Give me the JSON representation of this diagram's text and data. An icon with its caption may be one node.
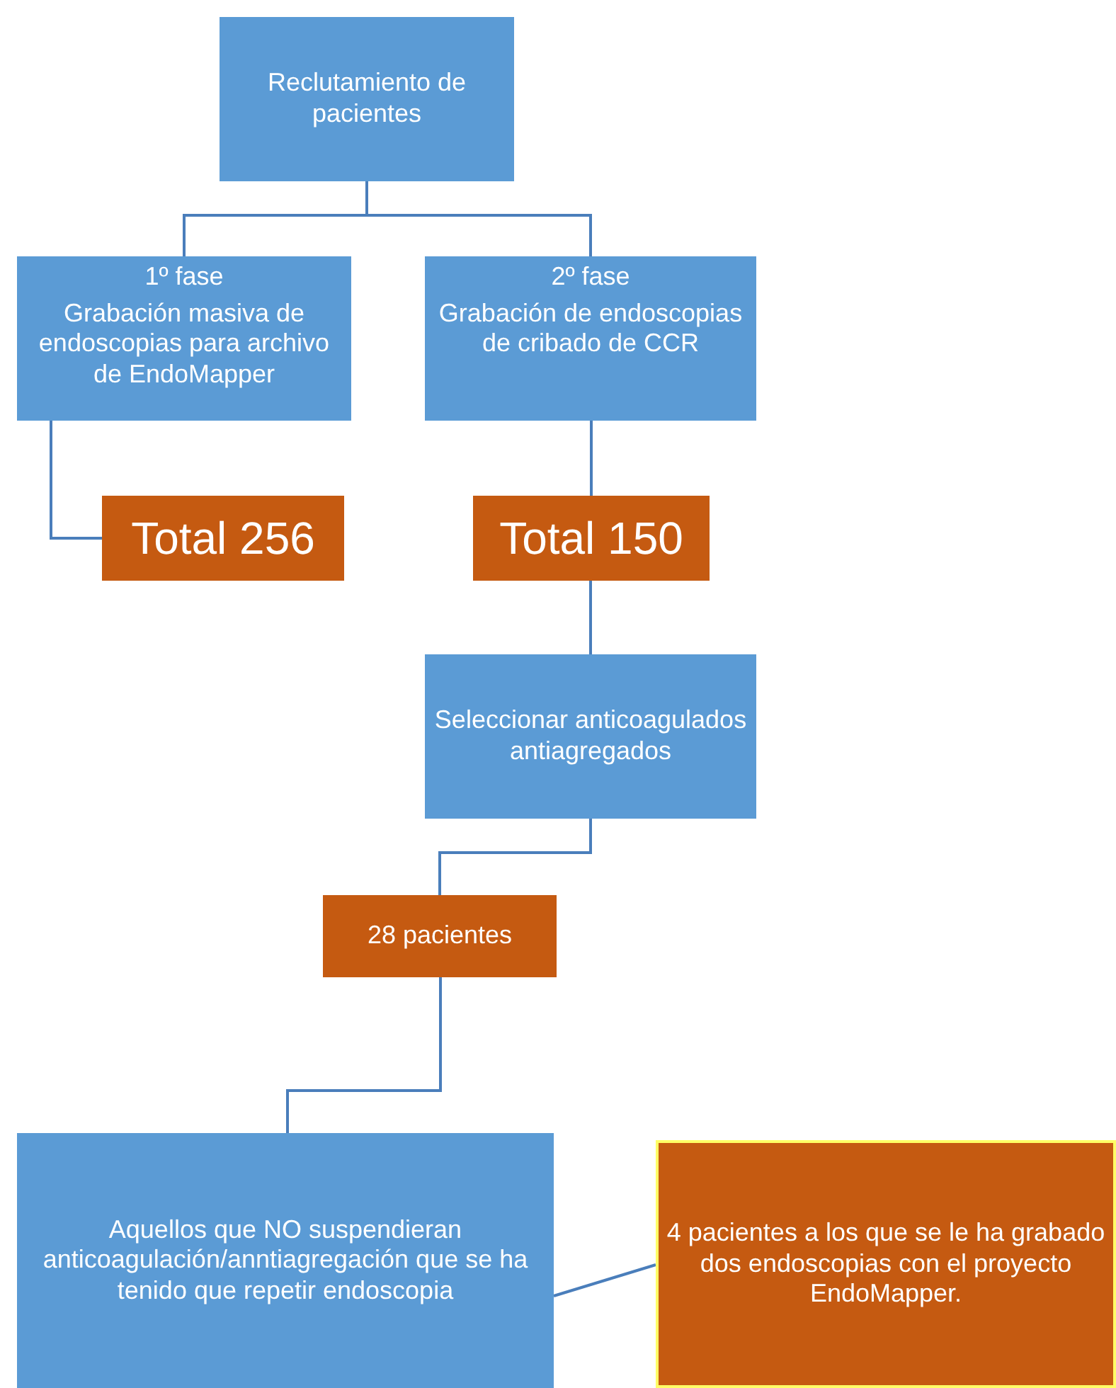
{
  "diagram": {
    "nodes": [
      {
        "text": [
          "Reclutamiento de pacientes"
        ]
      },
      {
        "text": [
          "1º fase",
          "Grabación masiva de endoscopias para archivo de EndoMapper"
        ]
      },
      {
        "text": [
          "2º fase",
          "Grabación de endoscopias de cribado de CCR"
        ]
      },
      {
        "text": [
          "Total 256"
        ]
      },
      {
        "text": [
          "Total 150"
        ]
      },
      {
        "text": [
          "Seleccionar anticoagulados antiagregados"
        ]
      },
      {
        "text": [
          "28 pacientes"
        ]
      },
      {
        "text": [
          "Aquellos que NO suspendieran anticoagulación/anntiagregación que se ha tenido que repetir endoscopia"
        ]
      },
      {
        "text": [
          "4 pacientes a los que se le ha grabado dos endoscopias con el proyecto EndoMapper."
        ]
      }
    ],
    "edges": [
      {
        "from": 0,
        "to": 1,
        "arrow": "none"
      },
      {
        "from": 0,
        "to": 2,
        "arrow": "none"
      },
      {
        "from": 1,
        "to": 3,
        "arrow": "none"
      },
      {
        "from": 2,
        "to": 4,
        "arrow": "none"
      },
      {
        "from": 4,
        "to": 5,
        "arrow": "none"
      },
      {
        "from": 5,
        "to": 6,
        "arrow": "none"
      },
      {
        "from": 6,
        "to": 7,
        "arrow": "none"
      },
      {
        "from": 7,
        "to": 8,
        "arrow": "none"
      }
    ]
  }
}
